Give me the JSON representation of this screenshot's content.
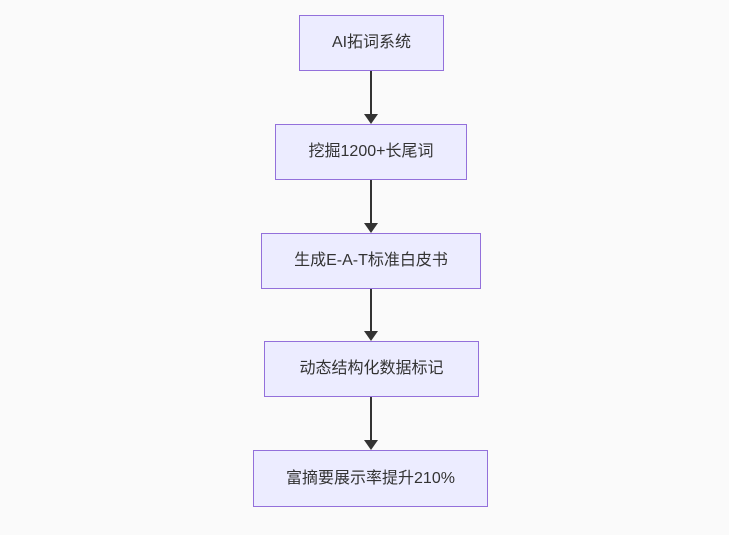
{
  "diagram": {
    "type": "flowchart",
    "direction": "top-down",
    "nodes": [
      {
        "id": "n1",
        "label": "AI拓词系统"
      },
      {
        "id": "n2",
        "label": "挖掘1200+长尾词"
      },
      {
        "id": "n3",
        "label": "生成E-A-T标准白皮书"
      },
      {
        "id": "n4",
        "label": "动态结构化数据标记"
      },
      {
        "id": "n5",
        "label": "富摘要展示率提升210%"
      }
    ],
    "edges": [
      {
        "from": "n1",
        "to": "n2"
      },
      {
        "from": "n2",
        "to": "n3"
      },
      {
        "from": "n3",
        "to": "n4"
      },
      {
        "from": "n4",
        "to": "n5"
      }
    ],
    "colors": {
      "background": "#FAFAFA",
      "node_fill": "#ECECFF",
      "node_border": "#9370DB",
      "arrow": "#333333",
      "text": "#333333"
    }
  }
}
